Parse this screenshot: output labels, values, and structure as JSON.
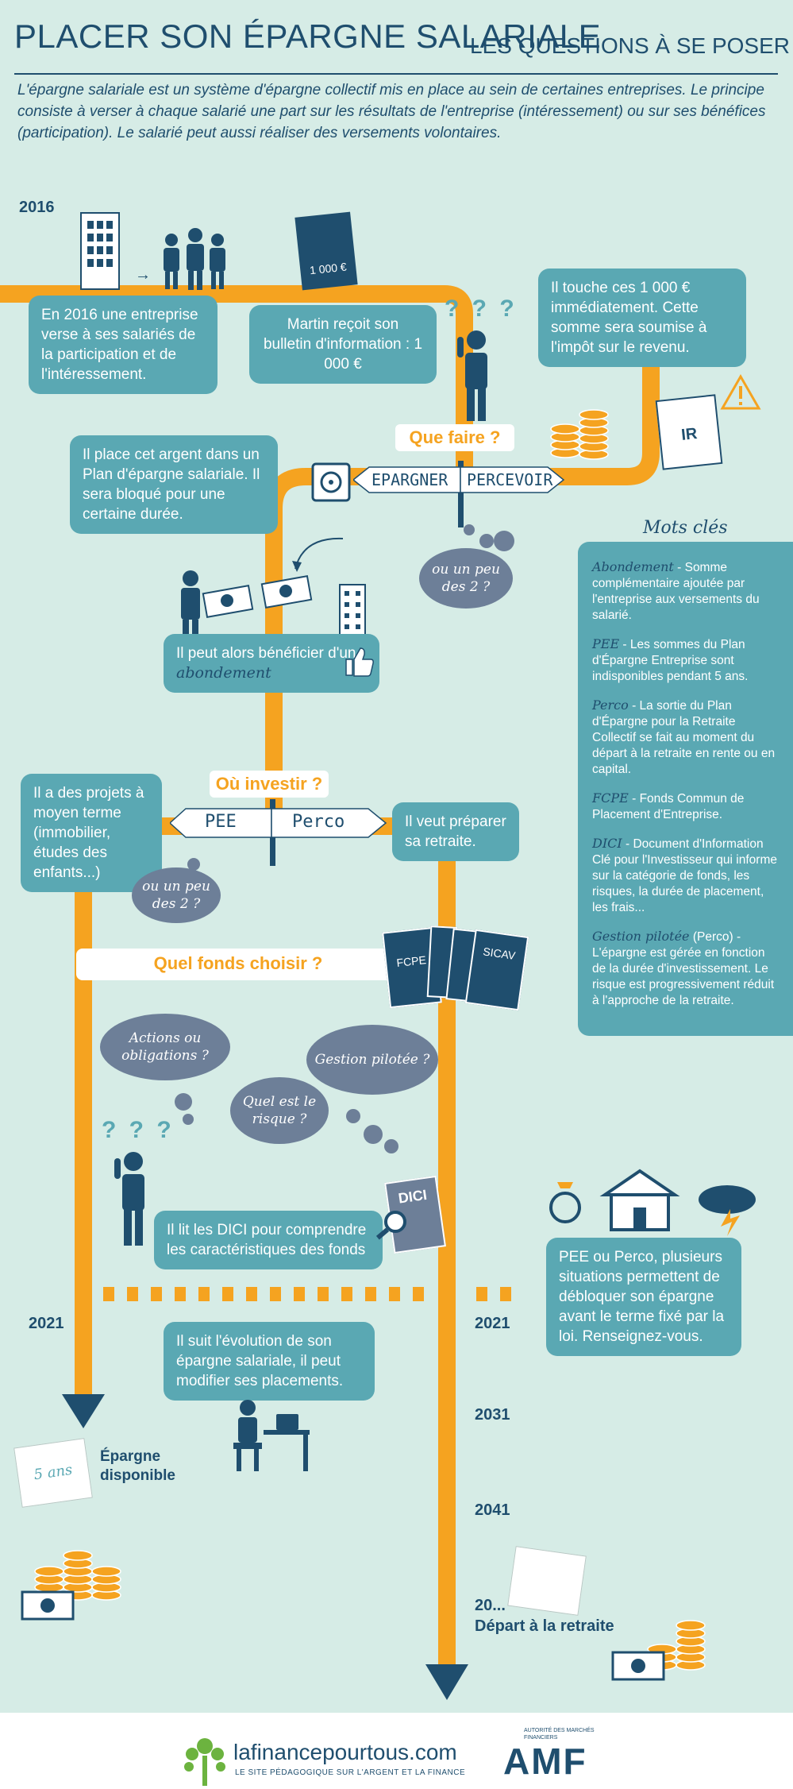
{
  "header": {
    "title": "PLACER SON ÉPARGNE SALARIALE",
    "subtitle": "LES QUESTIONS À SE POSER",
    "intro": "L'épargne salariale est un système d'épargne collectif mis en place au sein de certaines entreprises. Le principe consiste à verser à chaque salarié une part sur les résultats de l'entreprise (intéressement) ou sur ses bénéfices (participation). Le salarié peut aussi réaliser des versements volontaires."
  },
  "timeline": {
    "year_start": "2016",
    "year_2021_left": "2021",
    "year_2021_right": "2021",
    "year_2031": "2031",
    "year_2041": "2041",
    "year_end": "20...",
    "retirement_label": "Départ à la retraite"
  },
  "boxes": {
    "company": "En 2016 une entreprise verse à ses salariés de la participation et de l'intéressement.",
    "martin": "Martin reçoit son bulletin d'information : 1 000 €",
    "touche": "Il touche ces 1 000 € immédiatement. Cette somme sera soumise à l'impôt sur le revenu.",
    "place": "Il place cet argent dans un Plan d'épargne salariale. Il sera bloqué pour une certaine durée.",
    "abondement_pre": "Il peut alors bénéficier d'un",
    "abondement_word": "abondement",
    "projets": "Il a des projets à moyen terme (immobilier, études des enfants...)",
    "retraite": "Il veut préparer sa retraite.",
    "dici": "Il lit les DICI pour comprendre les caractéristiques des fonds",
    "suit": "Il suit l'évolution de son épargne salariale, il peut modifier ses placements.",
    "deblocage": "PEE ou Perco, plusieurs situations permettent de débloquer son épargne avant le terme fixé par la loi. Renseignez-vous."
  },
  "questions": {
    "que_faire": "Que faire ?",
    "ou_investir": "Où investir ?",
    "quel_fonds": "Quel fonds choisir ?"
  },
  "signs": {
    "epargner": "EPARGNER",
    "percevoir": "PERCEVOIR",
    "pee": "PEE",
    "perco": "Perco"
  },
  "clouds": {
    "ou_les_2_a": "ou un peu des 2 ?",
    "ou_les_2_b": "ou un peu des 2 ?",
    "actions": "Actions ou obligations ?",
    "gestion": "Gestion pilotée ?",
    "risque": "Quel est le risque ?"
  },
  "documents": {
    "bulletin": "1 000 €",
    "ir": "IR",
    "fcpe": "FCPE",
    "sicav": "SICAV",
    "dici": "DICI",
    "calendar": "5 ans"
  },
  "qmarks": {
    "top": "? ? ?",
    "mid": "? ? ?"
  },
  "epargne_disponible": "Épargne disponible",
  "keywords": {
    "title": "Mots clés",
    "items": [
      {
        "term": "Abondement",
        "def": " - Somme complémentaire ajoutée par l'entreprise aux versements du salarié."
      },
      {
        "term": "PEE",
        "def": " - Les sommes du Plan d'Épargne Entreprise sont indisponibles pendant 5 ans."
      },
      {
        "term": "Perco",
        "def": " - La sortie du Plan d'Épargne pour la Retraite Collectif se fait au moment du départ à la retraite en rente ou en capital."
      },
      {
        "term": "FCPE",
        "def": " - Fonds Commun de Placement d'Entreprise."
      },
      {
        "term": "DICI",
        "def": " - Document d'Information Clé pour l'Investisseur qui informe sur la catégorie de fonds, les risques, la durée de placement, les frais..."
      },
      {
        "term": "Gestion pilotée",
        "def": " (Perco) - L'épargne est gérée en fonction de la durée d'investissement. Le risque est progressivement réduit à l'approche de la retraite."
      }
    ]
  },
  "footer": {
    "brand": "lafinancepourtous.com",
    "tagline": "LE SITE PÉDAGOGIQUE SUR L'ARGENT ET LA FINANCE",
    "amf_caption": "AUTORITÉ DES MARCHÉS FINANCIERS",
    "amf": "AMF"
  },
  "colors": {
    "background": "#d6ece6",
    "navy": "#1f4e6e",
    "teal_box": "#5aa8b3",
    "orange": "#f5a320",
    "cloud": "#6d7f98"
  }
}
